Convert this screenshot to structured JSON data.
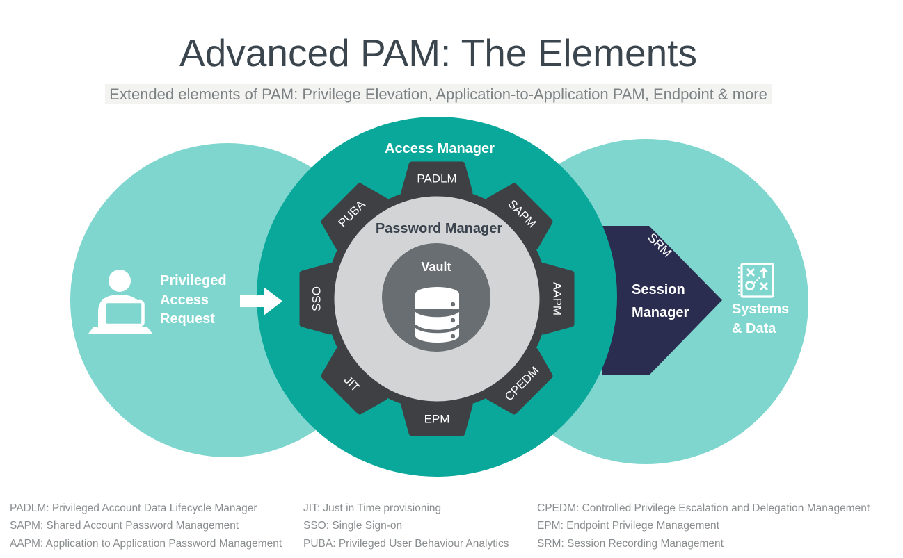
{
  "title": "Advanced PAM: The Elements",
  "subtitle": "Extended elements of PAM: Privilege Elevation, Application-to-Application PAM, Endpoint & more",
  "colors": {
    "teal": "#0aa89a",
    "teal_light": "#7fd6ce",
    "navy": "#2a2d50",
    "gear_dark": "#3f4043",
    "inner_gray": "#d2d4d5",
    "vault_gray": "#686e71",
    "title_text": "#3b454d",
    "subtitle_text": "#7c8184",
    "subtitle_highlight": "#f3f3f1",
    "legend_text": "#8a8d8f",
    "pm_text": "#3a434d"
  },
  "diagram": {
    "access_manager_label": "Access Manager",
    "password_manager_label": "Password Manager",
    "vault_label": "Vault",
    "teeth": [
      "PADLM",
      "SAPM",
      "AAPM",
      "CPEDM",
      "EPM",
      "JIT",
      "SSO",
      "PUBA"
    ],
    "request": {
      "lines": [
        "Privileged",
        "Access",
        "Request"
      ]
    },
    "session": {
      "srm_label": "SRM",
      "lines": [
        "Session",
        "Manager"
      ]
    },
    "systems": {
      "lines": [
        "Systems",
        "& Data"
      ]
    }
  },
  "legend": {
    "col1": [
      "PADLM: Privileged Account Data Lifecycle Manager",
      "SAPM: Shared Account Password Management",
      "AAPM: Application to Application Password Management"
    ],
    "col2": [
      "JIT: Just in Time provisioning",
      "SSO: Single Sign-on",
      "PUBA: Privileged User Behaviour Analytics"
    ],
    "col3": [
      "CPEDM: Controlled Privilege Escalation and Delegation Management",
      "EPM: Endpoint Privilege Management",
      "SRM: Session Recording Management"
    ]
  }
}
